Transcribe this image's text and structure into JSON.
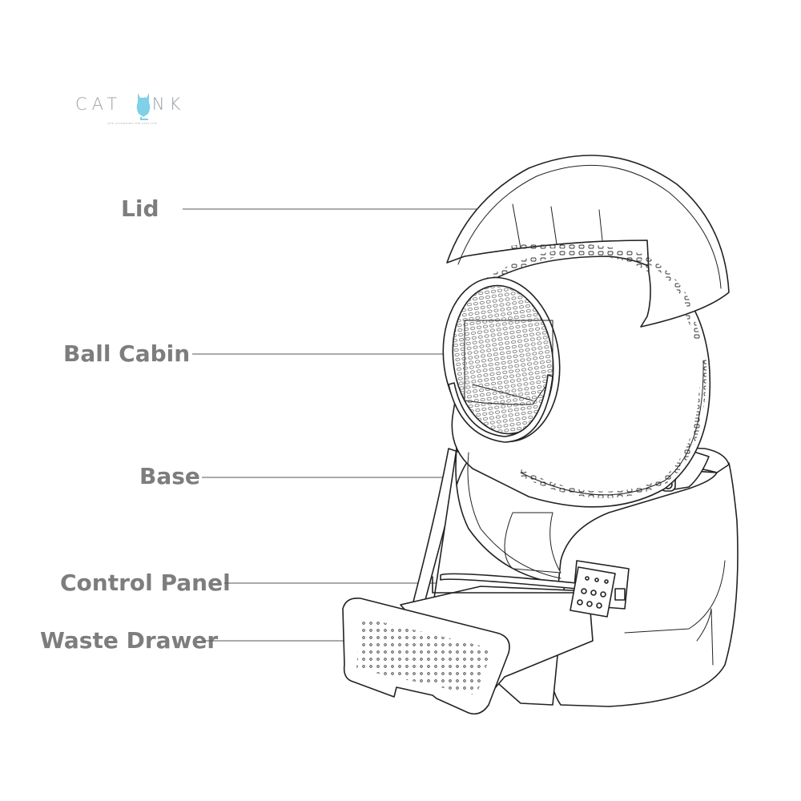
{
  "logo": {
    "wordmark": "CAT INK",
    "tagline": "LIFE ACCORDING THE CATS LIFE"
  },
  "labels": {
    "lid": "Lid",
    "ball_cabin": "Ball Cabin",
    "base": "Base",
    "control_panel": "Control Panel",
    "waste_drawer": "Waste Drawer"
  },
  "colors": {
    "label_text": "#7d7d7d",
    "leader_line": "#555555",
    "outline": "#222222",
    "logo_accent": "#7fd0e8"
  }
}
